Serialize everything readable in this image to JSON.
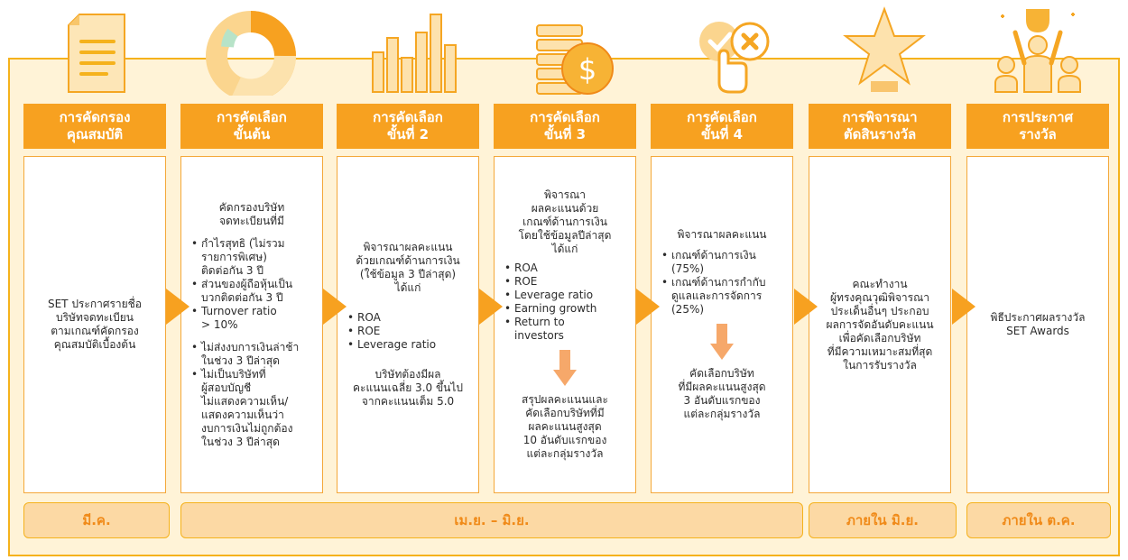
{
  "colors": {
    "accent": "#f7a120",
    "frame_bg": "#fff3d7",
    "footer_bg": "#fcd9a4",
    "text": "#2b2b2b"
  },
  "stages": [
    {
      "title": "การคัดกรอง\nคุณสมบัติ",
      "icon": "document-icon"
    },
    {
      "title": "การคัดเลือก\nขั้นต้น",
      "icon": "donut-chart-icon"
    },
    {
      "title": "การคัดเลือก\nขั้นที่ 2",
      "icon": "bar-chart-icon"
    },
    {
      "title": "การคัดเลือก\nขั้นที่ 3",
      "icon": "coin-stack-icon"
    },
    {
      "title": "การคัดเลือก\nขั้นที่ 4",
      "icon": "check-cross-hand-icon"
    },
    {
      "title": "การพิจารณา\nตัดสินรางวัล",
      "icon": "star-trophy-icon"
    },
    {
      "title": "การประกาศ\nรางวัล",
      "icon": "winner-people-icon"
    }
  ],
  "cards": {
    "c1": {
      "text": "SET ประกาศรายชื่อ\nบริษัทจดทะเบียน\nตามเกณฑ์คัดกรอง\nคุณสมบัติเบื้องต้น"
    },
    "c2": {
      "intro": "คัดกรองบริษัท\nจดทะเบียนที่มี",
      "list1": [
        "กำไรสุทธิ (ไม่รวม\nรายการพิเศษ)\nติดต่อกัน 3 ปี",
        "ส่วนของผู้ถือหุ้นเป็น\nบวกติดต่อกัน 3 ปี",
        "Turnover ratio\n> 10%"
      ],
      "list2": [
        "ไม่ส่งงบการเงินล่าช้า\nในช่วง 3 ปีล่าสุด",
        "ไม่เป็นบริษัทที่\nผู้สอบบัญชี\nไม่แสดงความเห็น/\nแสดงความเห็นว่า\nงบการเงินไม่ถูกต้อง\nในช่วง 3 ปีล่าสุด"
      ]
    },
    "c3": {
      "intro": "พิจารณาผลคะแนน\nด้วยเกณฑ์ด้านการเงิน\n(ใช้ข้อมูล 3 ปีล่าสุด)\nได้แก่",
      "list": [
        "ROA",
        "ROE",
        "Leverage ratio"
      ],
      "note": "บริษัทต้องมีผล\nคะแนนเฉลี่ย 3.0 ขึ้นไป\nจากคะแนนเต็ม 5.0"
    },
    "c4": {
      "intro": "พิจารณา\nผลคะแนนด้วย\nเกณฑ์ด้านการเงิน\nโดยใช้ข้อมูลปีล่าสุด\nได้แก่",
      "list": [
        "ROA",
        "ROE",
        "Leverage ratio",
        "Earning growth",
        "Return to\ninvestors"
      ],
      "result": "สรุปผลคะแนนและ\nคัดเลือกบริษัทที่มี\nผลคะแนนสูงสุด\n10 อันดับแรกของ\nแต่ละกลุ่มรางวัล"
    },
    "c5": {
      "intro": "พิจารณาผลคะแนน",
      "list": [
        "เกณฑ์ด้านการเงิน\n(75%)",
        "เกณฑ์ด้านการกำกับ\nดูแลและการจัดการ\n(25%)"
      ],
      "result": "คัดเลือกบริษัท\nที่มีผลคะแนนสูงสุด\n3 อันดับแรกของ\nแต่ละกลุ่มรางวัล"
    },
    "c6": {
      "text": "คณะทำงาน\nผู้ทรงคุณวุฒิพิจารณา\nประเด็นอื่นๆ ประกอบ\nผลการจัดอันดับคะแนน\nเพื่อคัดเลือกบริษัท\nที่มีความเหมาะสมที่สุด\nในการรับรางวัล"
    },
    "c7": {
      "text": "พิธีประกาศผลรางวัล\nSET Awards"
    }
  },
  "footers": [
    "มี.ค.",
    "เม.ย. – มิ.ย.",
    "ภายใน มิ.ย.",
    "ภายใน ต.ค."
  ]
}
